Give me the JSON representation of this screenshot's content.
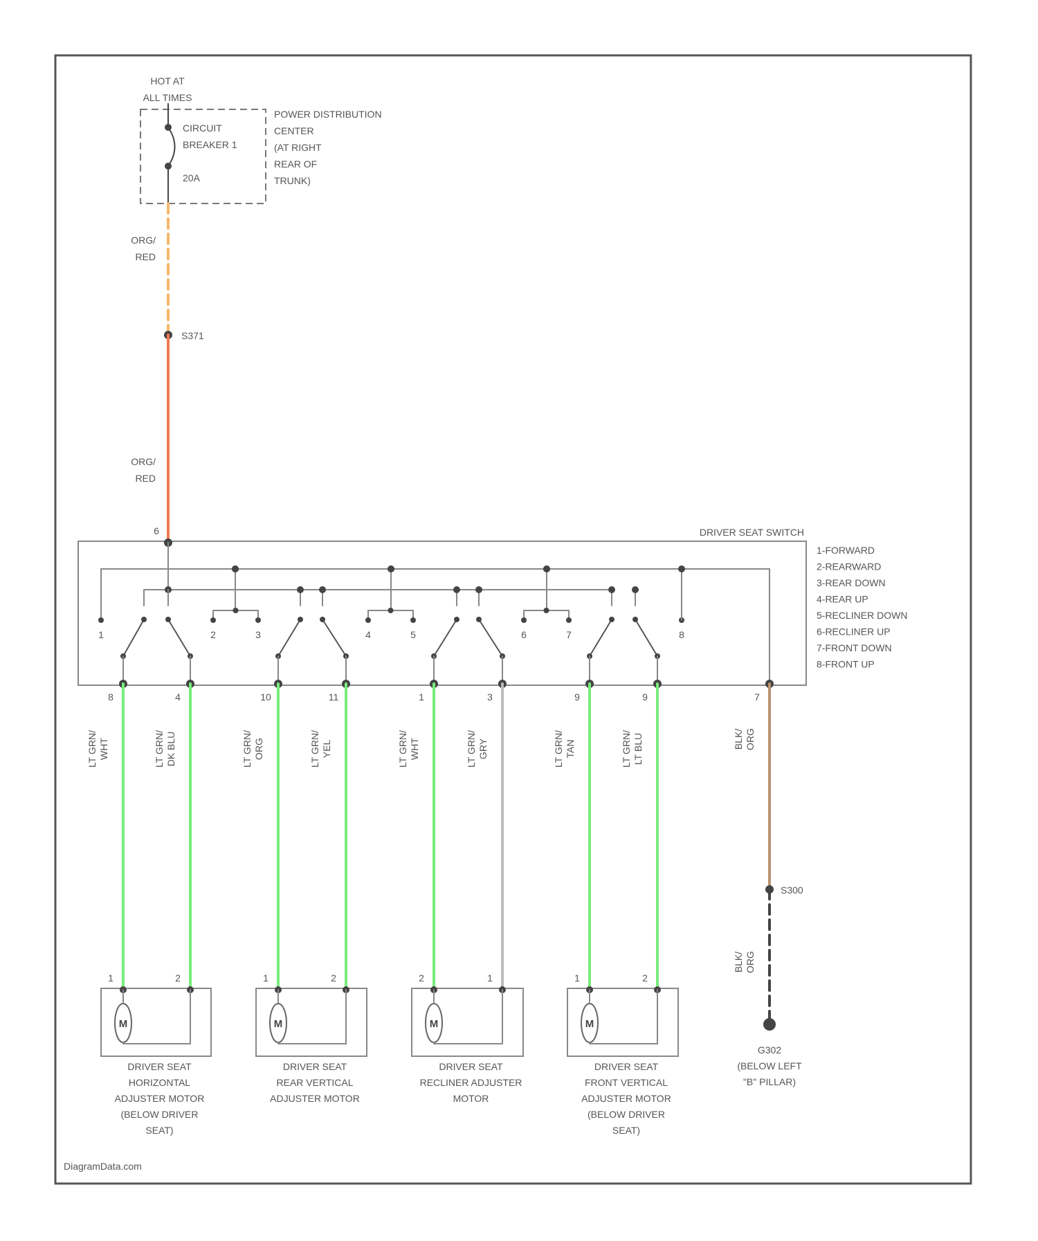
{
  "colors": {
    "wire_red": "#f07a50",
    "wire_orange": "#f6b86a",
    "wire_green": "#78ec7a",
    "wire_gray": "#bbbbbb",
    "wire_tan": "#b89470",
    "wire_black": "#444444",
    "frame": "#555555"
  },
  "power": {
    "hot_line1": "HOT AT",
    "hot_line2": "ALL TIMES",
    "breaker_line1": "CIRCUIT",
    "breaker_line2": "BREAKER 1",
    "breaker_rating": "20A",
    "pdc_lines": [
      "POWER DISTRIBUTION",
      "CENTER",
      "(AT RIGHT",
      "REAR OF",
      "TRUNK)"
    ],
    "wire_top_line1": "ORG/",
    "wire_top_line2": "RED",
    "splice_label": "S371",
    "wire_mid_line1": "ORG/",
    "wire_mid_line2": "RED"
  },
  "switch": {
    "title": "DRIVER SEAT SWITCH",
    "input_pin": "6",
    "contact_numbers": [
      "1",
      "2",
      "3",
      "4",
      "5",
      "6",
      "7",
      "8"
    ],
    "legend": [
      "1-FORWARD",
      "2-REARWARD",
      "3-REAR DOWN",
      "4-REAR UP",
      "5-RECLINER DOWN",
      "6-RECLINER UP",
      "7-FRONT DOWN",
      "8-FRONT UP"
    ]
  },
  "outputs": [
    {
      "pin": "8",
      "wire": [
        "LT GRN/",
        "WHT"
      ]
    },
    {
      "pin": "4",
      "wire": [
        "LT GRN/",
        "DK BLU"
      ]
    },
    {
      "pin": "10",
      "wire": [
        "LT GRN/",
        "ORG"
      ]
    },
    {
      "pin": "11",
      "wire": [
        "LT GRN/",
        "YEL"
      ]
    },
    {
      "pin": "1",
      "wire": [
        "LT GRN/",
        "WHT"
      ]
    },
    {
      "pin": "3",
      "wire": [
        "LT GRN/",
        "GRY"
      ]
    },
    {
      "pin": "9",
      "wire": [
        "LT GRN/",
        "TAN"
      ]
    },
    {
      "pin": "9",
      "wire": [
        "LT GRN/",
        "LT BLU"
      ]
    }
  ],
  "ground": {
    "pin": "7",
    "wire_upper": [
      "BLK/",
      "ORG"
    ],
    "splice_label": "S300",
    "wire_lower": [
      "BLK/",
      "ORG"
    ],
    "ground_label": [
      "G302",
      "(BELOW LEFT",
      "\"B\" PILLAR)"
    ]
  },
  "motors": [
    {
      "pins": [
        "1",
        "2"
      ],
      "symbol": "M",
      "label": [
        "DRIVER SEAT",
        "HORIZONTAL",
        "ADJUSTER MOTOR",
        "(BELOW DRIVER",
        "SEAT)"
      ]
    },
    {
      "pins": [
        "1",
        "2"
      ],
      "symbol": "M",
      "label": [
        "DRIVER SEAT",
        "REAR VERTICAL",
        "ADJUSTER MOTOR"
      ]
    },
    {
      "pins": [
        "2",
        "1"
      ],
      "symbol": "M",
      "label": [
        "DRIVER SEAT",
        "RECLINER ADJUSTER",
        "MOTOR"
      ]
    },
    {
      "pins": [
        "1",
        "2"
      ],
      "symbol": "M",
      "label": [
        "DRIVER SEAT",
        "FRONT VERTICAL",
        "ADJUSTER MOTOR",
        "(BELOW DRIVER",
        "SEAT)"
      ]
    }
  ],
  "watermark": "DiagramData.com"
}
